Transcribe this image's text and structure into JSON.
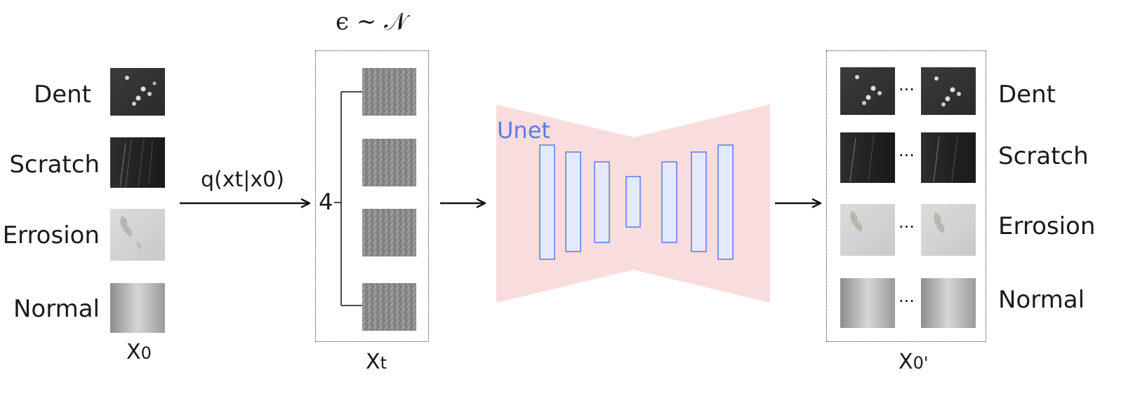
{
  "noise_label": "ϵ ∼ 𝒩",
  "input": {
    "classes": [
      "Dent",
      "Scratch",
      "Errosion",
      "Normal"
    ],
    "caption_main": "X",
    "caption_sub": "0"
  },
  "forward_process": {
    "label": "q(xt|x0)",
    "count": "4"
  },
  "noisy": {
    "caption_main": "X",
    "caption_sub": "t"
  },
  "unet": {
    "label": "Unet",
    "accent_color": "#5b7be8",
    "background_color": "#f9dcdc"
  },
  "output": {
    "classes": [
      "Dent",
      "Scratch",
      "Errosion",
      "Normal"
    ],
    "ellipsis": "···",
    "caption_main": "X",
    "caption_sub": "0'"
  },
  "icons": {
    "texture": "defect-texture-image",
    "noise": "gaussian-noise-image"
  }
}
